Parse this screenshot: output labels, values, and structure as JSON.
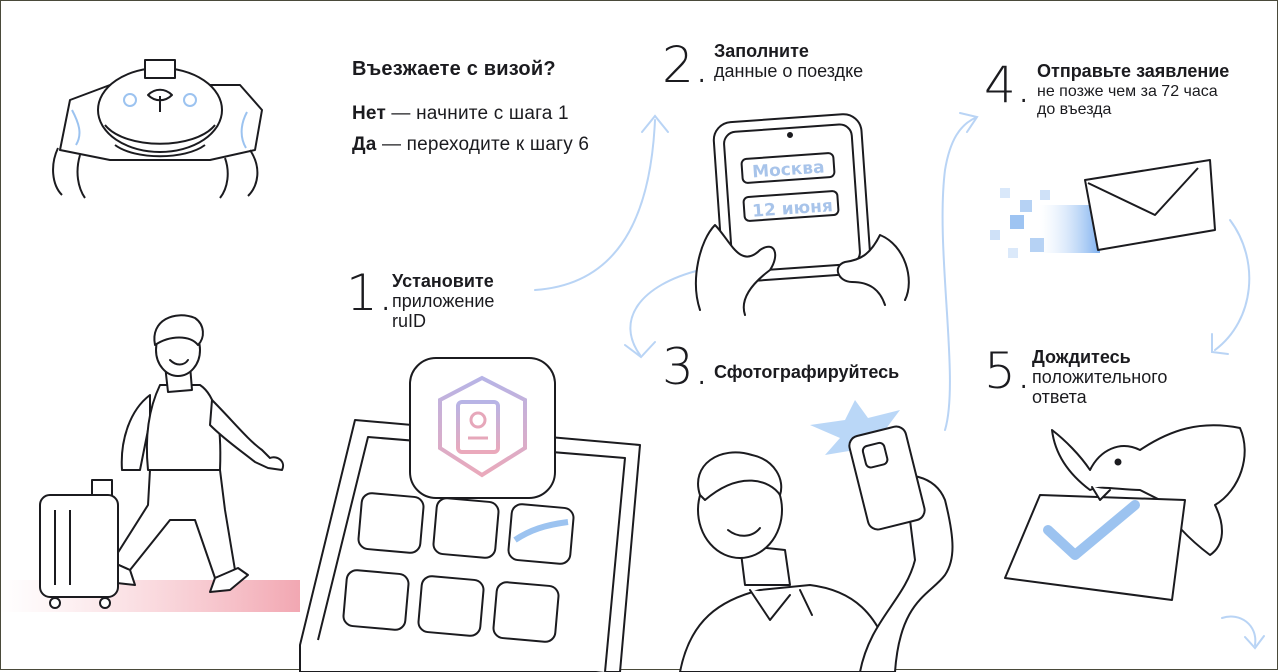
{
  "question": {
    "title": "Въезжаете с визой?",
    "no_label": "Нет",
    "no_text": " — начните с шага 1",
    "yes_label": "Да",
    "yes_text": " — переходите к шагу 6"
  },
  "steps": [
    {
      "number": "1.",
      "title": "Установите",
      "lines": [
        "приложение",
        "ruID"
      ]
    },
    {
      "number": "2.",
      "title": "Заполните",
      "lines": [
        "данные о поездке"
      ]
    },
    {
      "number": "3.",
      "title": "Сфотографируйтесь",
      "lines": []
    },
    {
      "number": "4.",
      "title": "Отправьте заявление",
      "lines": [
        "не позже чем за 72 часа",
        "до въезда"
      ]
    },
    {
      "number": "5.",
      "title": "Дождитесь",
      "lines": [
        "положительного",
        "ответа"
      ]
    }
  ],
  "phone_form": {
    "city_value": "Москва",
    "date_value": "12 июня"
  },
  "colors": {
    "accent_blue": "#9cc3f0",
    "accent_pink": "#f2a7b2",
    "ink": "#1b1b1f"
  },
  "icons": [
    "bread-icon",
    "traveler-icon",
    "suitcase-icon",
    "ruid-app-icon",
    "phone-icon",
    "hands-icon",
    "selfie-person-icon",
    "envelope-icon",
    "dove-icon",
    "checkmark-icon",
    "arrow-icon"
  ]
}
